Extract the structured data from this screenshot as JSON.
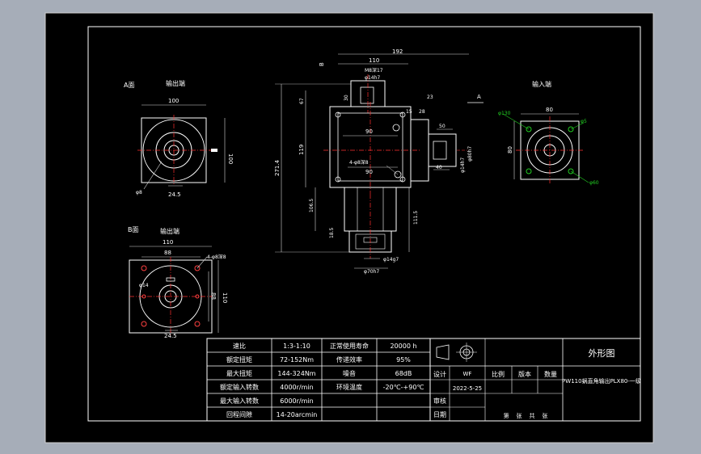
{
  "colors": {
    "backdrop": "#a6adb8",
    "canvas": "#000000",
    "line": "#ffffff",
    "centerline": "#ff3030",
    "dimension": "#d8d8d8",
    "hole": "#ff4040",
    "green": "#22cc22",
    "text": "#ffffff"
  },
  "views": {
    "a_view": {
      "title_left": "A面",
      "title_right": "输出端",
      "dim_top": "100",
      "dim_right": "100",
      "dim_bottom": "24.5",
      "leader": "φ8"
    },
    "b_view": {
      "title_left": "B面",
      "title_right": "输出端",
      "dim_top": "110",
      "dim_top2": "88",
      "dim_right": "110",
      "dim_right2": "88",
      "dim_bottom": "24.5",
      "leader": "4-φ8深8",
      "leader2": "φ14"
    },
    "input_view": {
      "title": "输入端",
      "dim_top": "80",
      "dim_left": "80",
      "leader_left": "φ130",
      "leader_right": "φ5",
      "leader_bottom": "φ60"
    },
    "main_view": {
      "dim_top_overall": "192",
      "dim_top": "110",
      "dim_pitch": "M8深17",
      "dim_pitch2": "φ14h7",
      "dim_side_a": "A",
      "dim_side_b": "B",
      "dim_left_height": "271.4",
      "dim_left_mid": "119",
      "dim_left_top": "67",
      "dim_left_low": "106.5",
      "dim_right_low": "111.5",
      "dim_shaft_a": "30",
      "dim_shaft_b": "23",
      "dim_flange": "15",
      "dim_flange2": "28",
      "dim_key": "50",
      "dim_key2": "40",
      "dim_bore": "φ80h7",
      "dim_bore2": "φ14h7",
      "dim_hole_note": "4-φ8深8",
      "dim_bottom": "φ70h7",
      "dim_bottom2": "φ14g7",
      "dim_small": "18.5",
      "dim_center": "90"
    }
  },
  "spec_table": {
    "rows": [
      {
        "k1": "速比",
        "v1": "1:3-1:10",
        "k2": "正常使用寿命",
        "v2": "20000 h"
      },
      {
        "k1": "额定扭矩",
        "v1": "72-152Nm",
        "k2": "传递效率",
        "v2": "95%"
      },
      {
        "k1": "最大扭矩",
        "v1": "144-324Nm",
        "k2": "噪音",
        "v2": "68dB"
      },
      {
        "k1": "额定输入转数",
        "v1": "4000r/min",
        "k2": "环境温度",
        "v2": "-20℃-+90℃"
      },
      {
        "k1": "最大输入转数",
        "v1": "6000r/min",
        "k2": "",
        "v2": ""
      },
      {
        "k1": "回程间隙",
        "v1": "14-20arcmin",
        "k2": "",
        "v2": ""
      }
    ]
  },
  "title_block": {
    "drawing_title": "外形图",
    "part_name": "PW110蜗直角输出PLX80-一级",
    "design_label": "设计",
    "design_value": "WF",
    "date_value": "2022-5-25",
    "review_label": "审核",
    "date_label": "日期",
    "ratio_label": "比例",
    "version_label": "版本",
    "qty_label": "数量",
    "sheet_text": "第    张    共    张"
  }
}
